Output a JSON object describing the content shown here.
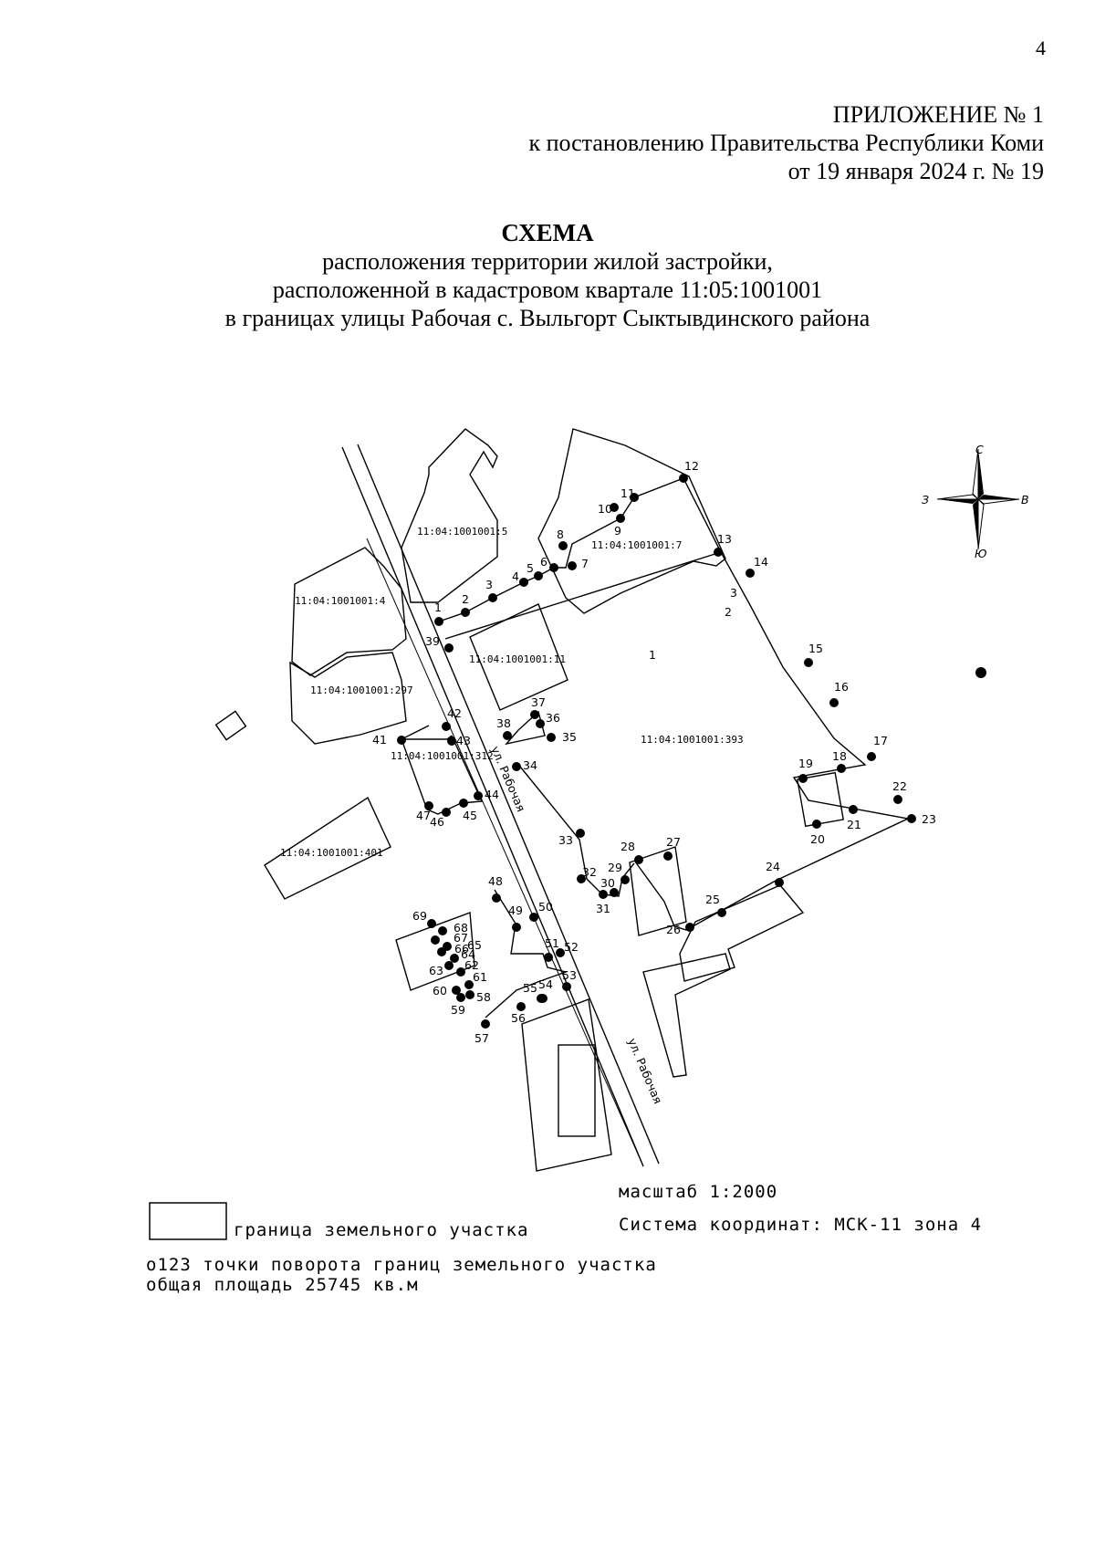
{
  "page_number": "4",
  "appendix": {
    "line1": "ПРИЛОЖЕНИЕ № 1",
    "line2": "к постановлению Правительства Республики Коми",
    "line3": "от 19 января 2024 г. № 19"
  },
  "title": {
    "heading": "СХЕМА",
    "line1": "расположения территории жилой застройки,",
    "line2": "расположенной в кадастровом квартале 11:05:1001001",
    "line3": "в границах улицы Рабочая с. Выльгорт Сыктывдинского района"
  },
  "map": {
    "compass": {
      "north": "С",
      "south": "Ю",
      "west": "З",
      "east": "В"
    },
    "street_label": "ул. Рабочая",
    "street_label_faint": "ул. Рабочая",
    "parcels": [
      "11:04:1001001:5",
      "11:04:1001001:7",
      "11:04:1001001:4",
      "11:04:1001001:11",
      "11:04:1001001:297",
      "11:04:1001001:312",
      "11:04:1001001:393",
      "11:04:1001001:401"
    ],
    "segment_labels": [
      "1",
      "2",
      "3"
    ],
    "boundary_points": [
      "1",
      "2",
      "3",
      "4",
      "5",
      "6",
      "7",
      "8",
      "9",
      "10",
      "11",
      "12",
      "13",
      "14",
      "15",
      "16",
      "17",
      "18",
      "19",
      "20",
      "21",
      "22",
      "23",
      "24",
      "25",
      "26",
      "27",
      "28",
      "29",
      "30",
      "31",
      "32",
      "33",
      "34",
      "35",
      "36",
      "37",
      "38",
      "39",
      "41",
      "42",
      "43",
      "44",
      "45",
      "46",
      "47",
      "48",
      "49",
      "50",
      "51",
      "52",
      "53",
      "54",
      "55",
      "56",
      "57",
      "58",
      "59",
      "60",
      "61",
      "62",
      "63",
      "64",
      "65",
      "66",
      "67",
      "68",
      "69"
    ]
  },
  "legend": {
    "scale": "масштаб 1:2000",
    "boundary_label": "граница земельного участка",
    "coord_system": "Система координат: МСК-11 зона 4",
    "points_label": "о123 точки поворота границ земельного участка",
    "area": "общая площадь 25745 кв.м"
  }
}
